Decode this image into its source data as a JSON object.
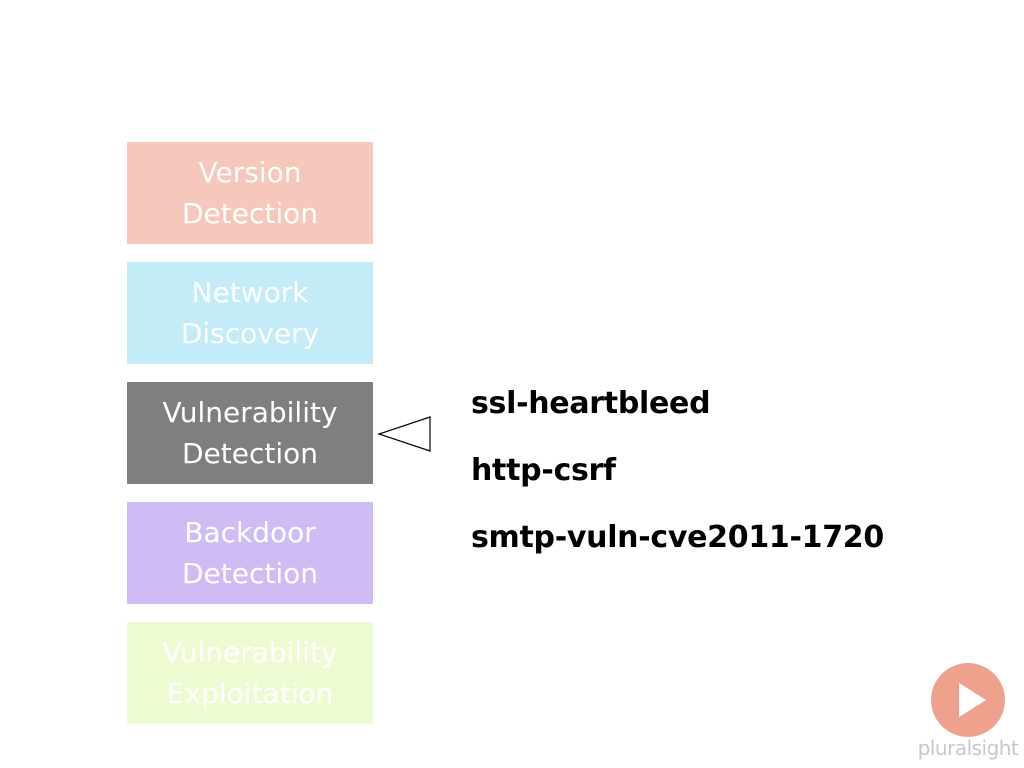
{
  "categories": [
    {
      "label": "Version Detection",
      "color": "#f6c8bb",
      "state": "dimmed"
    },
    {
      "label": "Network Discovery",
      "color": "#c4ebf8",
      "state": "dimmed"
    },
    {
      "label": "Vulnerability Detection",
      "color": "#7f7f7f",
      "state": "active"
    },
    {
      "label": "Backdoor Detection",
      "color": "#d0bcf5",
      "state": "dimmed"
    },
    {
      "label": "Vulnerability Exploitation",
      "color": "#edfbd3",
      "state": "dimmed"
    }
  ],
  "scripts": [
    "ssl-heartbleed",
    "http-csrf",
    "smtp-vuln-cve2011-1720"
  ],
  "pointer": {
    "icon": "triangle-pointer-icon",
    "stroke": "#000000"
  },
  "branding": {
    "logo_icon": "play-icon",
    "logo_color": "#eea28e",
    "wordmark": "pluralsight",
    "wordmark_color": "#c8c8c8"
  }
}
